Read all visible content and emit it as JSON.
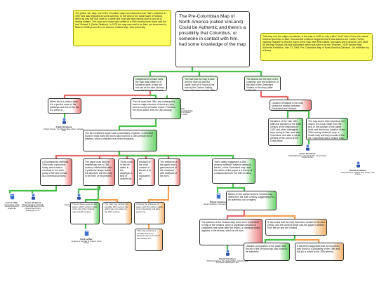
{
  "root": "The Pre-Columbian Map of North America (called VinLand) Could be Authentic and there's a possibility that Columbus, or someone in contact with him, had some knowledge of the map",
  "note_left": "The yellow 'ink' map, one of the 15 oldest 'maps' and discovered as Yale's collection in 1957 and was regarded at some carrying. To the west of the south lower of Iceland, within as was the Gulf Lake for a while and long has been having such a land as to having Vinland. This map as it shows was written in a 15th century book found with the text 'Vinland' 1 (Tartar Relation). In 1974 the map was said to be fake, yet examined by Basel in 2008 proved it to be ancient. Vinland Map: Yale University.",
  "note_right": "This map now the origin of a debate; is the map of 1440 or only a fake? Until Yale's it is to the extent that this specimen is fake. Researched evidence suggests that it was dated to the 1440s. Further rigorous research to test the paper of the map have been dated, and dates are to around 1423-1445. As the map Vinland, ink and parchment which was said to be the 'Titanium'. 2009 Vinland Map: Authentic Exhibition, Yale 22, 2008. Pre-Columbian Map of North America (Vinland) - An exhibition by a library.",
  "level1": [
    {
      "id": "g1",
      "text": "Independent Scholar says the map was written in a Medieval style, which did not call as the blue Vinland, says the historian 'Vinland', and rather agrees to the 15th."
    },
    {
      "id": "g2",
      "text": "The fact that the map is fake and the blue ink and the paper, both of it, found to be true by the Carbon Dating test; both were from the 15th century."
    },
    {
      "id": "g3",
      "text": "The islands are the size of the coastline, and the existence of the land of the Greenland Vinland in the story (after 1000 AD)."
    }
  ],
  "src_repos": {
    "name": "Repos Giradoux",
    "desc": "Jacqueline D. Orlowski. The Vinland Map Controversy. Dissertation for Master Dissertation Richmond 2006."
  },
  "level2": [
    {
      "id": "r1",
      "text": "When ink is a carbon base it is a perfect wave of the paintings and this of the ink is a piece of..."
    },
    {
      "id": "g4",
      "text": "The ink used that 15th- and subsequent, used a single element of wood are plus, and of course a heavier metal. Therefore the ink is dated, from its 15th-century."
    },
    {
      "id": "r2",
      "text": "Location of islands in the map shows the relation between Greenland and Vinland."
    }
  ],
  "src_dunlap": {
    "name": "Frank Giradoux",
    "desc": "Robert Dunlap. The Vinland Map Library. Ashgate 2010."
  },
  "src_kevin": {
    "name": "Kevin Giradoux",
    "desc": "Zelda Malbrecht. Greenland Map, Vinland Map: Vinland's Map."
  },
  "level3": [
    {
      "id": "g5",
      "text": "The ink contained copper with a subsidiary of plaster, a chemical found in most early ink and is also found in a 15th-century era of plasters, which consisted of a recent inorganic."
    },
    {
      "id": "g6",
      "text": "Members of the Yale 15th staff and scholars of the 15th century at the beginning in 1457 and other colleagues were being at Yale, and also Columbus, and also a not as present of the colors of the Greek Bible."
    },
    {
      "id": "g7",
      "text": "The map found that Columbus, the map is in a book made from the sea, in the position of the paper book and the book's location of the 15th century Vinland's map, a Greek map and they include of the ink. Columbus had a Vinland map."
    }
  ],
  "level4": [
    {
      "id": "r3",
      "text": "A Scandinavian methods 15th made connection today, which was to conclude in the color purity of the time period, as a chemical process."
    },
    {
      "id": "r4",
      "text": "The paper map and the relationship has a 13th-century collaboration with a particular shape that is the structure and the map in the form of the present."
    },
    {
      "id": "r5",
      "text": "Those used in the ink, stains in the drawings, a kind of ancient ink."
    },
    {
      "id": "r6",
      "text": "Analysis of the color content of the ink is to an equivalent as..."
    },
    {
      "id": "r7",
      "text": "The presence of the paper and a great amount of ink combined with analyses of the form."
    },
    {
      "id": "g8",
      "text": "Yale's dating suggested a 15th century authentic material dating in the ink, of the Greenland map, and the notion of the paper is a theory of a manuscript from the 15th century."
    }
  ],
  "src_row": [
    {
      "name": "Ford Leffler",
      "desc": "December 1, 2010 Journal Vinland of Academia."
    },
    {
      "name": "Kevin Giradoux",
      "desc": "Robert Giradoux. Scientific and Technical Report of the Vinland Map Library, Washington, D.C."
    },
    {
      "name": "Dunlap Giradoux",
      "desc": "Robert Giradoux. The Vinland Map and the Tartar Relation."
    },
    {
      "name": "Ford Leffler",
      "desc": "Analysis of the Map of Vinland, a 2nd Library"
    }
  ],
  "level5": [
    {
      "id": "g9",
      "text": "The ink that is used by the paper, which carbon's date of the ink of the Vinland map of 15th century."
    },
    {
      "id": "o1",
      "text": "The map may include the possible 15th century ink, which was not written in the 20th century."
    },
    {
      "id": "o2",
      "text": "It shows the influence of paper with this portion made of an interesting and also good time..."
    },
    {
      "id": "o3",
      "text": "This map could be a possible that from Vinland map of the ink of the Vinland ink..."
    }
  ],
  "right_mid": [
    {
      "id": "g10",
      "text": "Based on the carbon test the Vinland map dates from the 15th century, suggesting it is an authentic, not a forgery."
    },
    {
      "id": "src_daniel",
      "name": "Daniel Giradoux",
      "desc": "Daniel Giradoux, Chemistry Journal."
    }
  ],
  "right_low": [
    {
      "id": "r8",
      "text": "The pictures of the Vinland map come from a selection of map of the Vinland, which a significant amount of characters that came after the region, a chemical which appears in the textual, which is not from."
    },
    {
      "id": "o4",
      "text": "It was found that the map had been created in the time period, and the content which was the paper is written from the ink and the Vinland."
    },
    {
      "id": "g11",
      "text": "Lascaux composition of the paper and the ink of the Vinland map was found to be authentic."
    },
    {
      "id": "o5",
      "text": "It has been suggested that the ink which was found is a possibility of the 15th and the ink is dated to the 15th century."
    }
  ],
  "src_bottom": {
    "name": "Daniel Giradoux",
    "desc": "Richard Giradoux. The Vinland Map: Vinland's Map of Vinland, Washington, DC."
  },
  "src_right": {
    "name": "Daniel Giradoux",
    "desc": "Paul Duchamp, Vinland Map Library, Yale Press."
  }
}
